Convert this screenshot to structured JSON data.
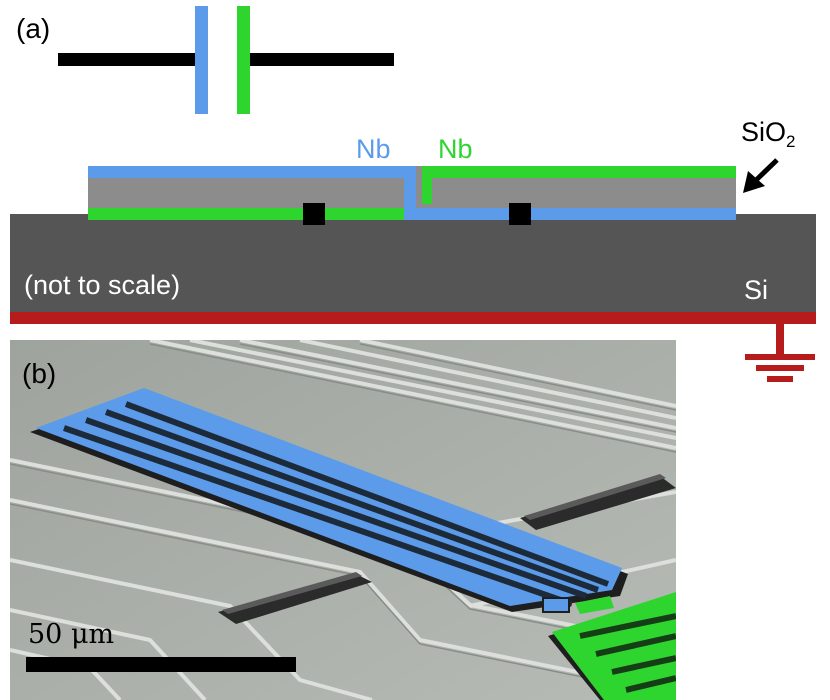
{
  "panel_a": {
    "label": "(a)",
    "nb_left": "Nb",
    "nb_right": "Nb",
    "sio2_base": "SiO",
    "sio2_sub": "2",
    "note": "(not to scale)",
    "substrate": "Si"
  },
  "panel_b": {
    "label": "(b)",
    "scale_bar": "50 μm"
  },
  "colors": {
    "nb_blue": "#5b9bea",
    "nb_green": "#2fd52f",
    "oxide_gray": "#8c8c8c",
    "si_dark": "#555555",
    "ground_red": "#b71c1c",
    "sem_bg": "#a8aea8"
  }
}
